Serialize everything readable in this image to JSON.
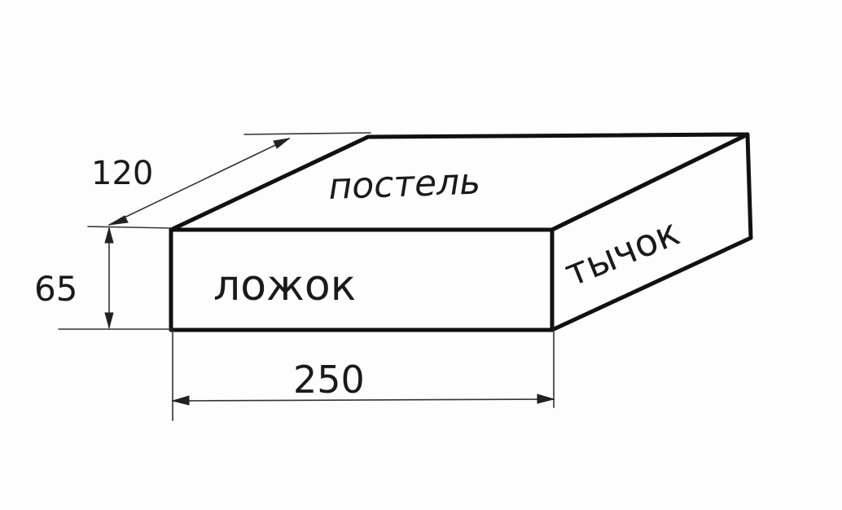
{
  "diagram": {
    "faces": {
      "top": "постель",
      "front": "ложок",
      "side": "тычок"
    },
    "dimensions": {
      "length": "250",
      "width": "120",
      "height": "65"
    },
    "colors": {
      "ink": "#111111",
      "paper": "#fdfdfd"
    }
  }
}
